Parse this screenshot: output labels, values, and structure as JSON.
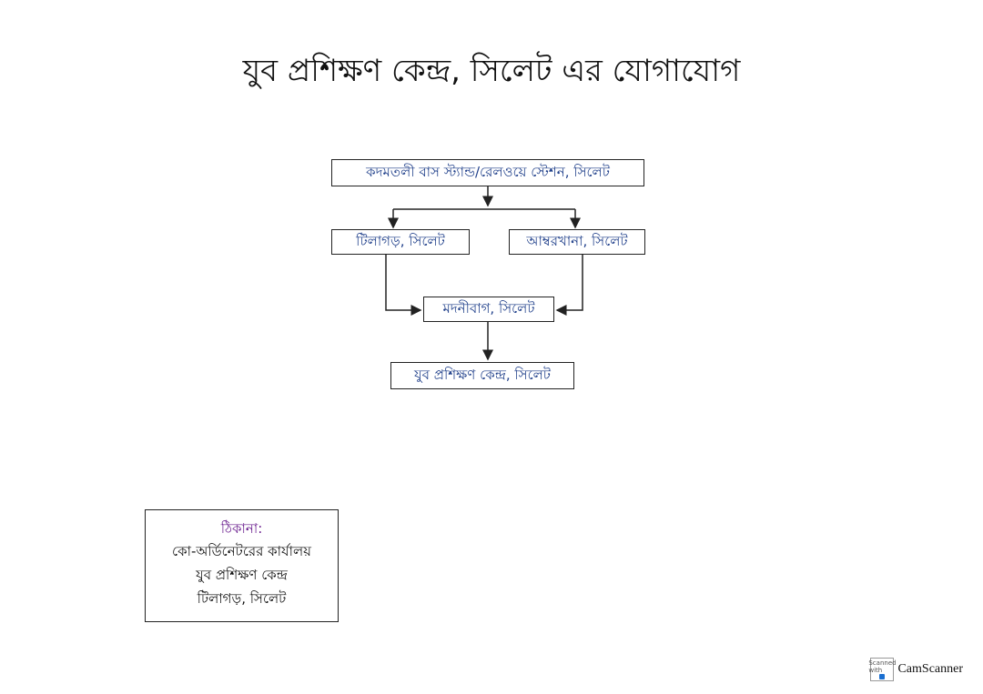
{
  "title": "যুব প্রশিক্ষণ কেন্দ্র, সিলেট এর যোগাযোগ",
  "nodes": {
    "kadamtoli": "কদমতলী বাস স্ট্যান্ড/রেলওয়ে স্টেশন, সিলেট",
    "tilagor": "টিলাগড়, সিলেট",
    "ambarkhana": "আম্বরখানা, সিলেট",
    "modinabag": "মদনীবাগ, সিলেট",
    "youth_center": "যুব প্রশিক্ষণ কেন্দ্র, সিলেট"
  },
  "address": {
    "heading": "ঠিকানা:",
    "lines": [
      "কো-অর্ডিনেটরের কার্যালয়",
      "যুব প্রশিক্ষণ কেন্দ্র",
      "টিলাগড়, সিলেট"
    ]
  },
  "watermark": {
    "small_text": "Scanned with",
    "brand": "CamScanner",
    "colors": {
      "logo": "#1a6fd1"
    }
  },
  "colors": {
    "node_text": "#1f3f8a",
    "address_heading": "#6b1f8f",
    "lines": "#222222"
  }
}
